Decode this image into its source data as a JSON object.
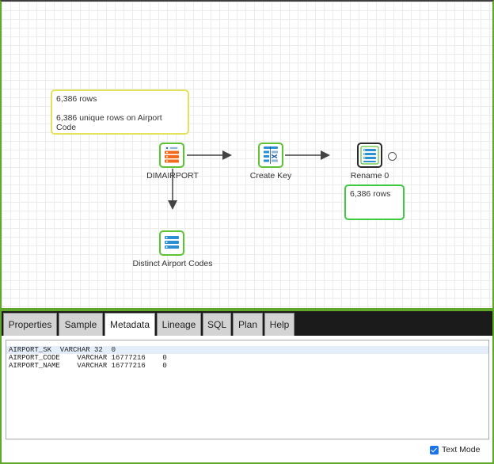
{
  "canvas": {
    "note_dimairport": {
      "line1": "6,386 rows",
      "line2": "6,386 unique rows on Airport Code"
    },
    "note_rename": {
      "line1": "6,386 rows"
    },
    "nodes": [
      {
        "id": "dimairport",
        "label": "DIMAIRPORT",
        "icon": "table-icon"
      },
      {
        "id": "create_key",
        "label": "Create Key",
        "icon": "key-transform-icon"
      },
      {
        "id": "rename",
        "label": "Rename 0",
        "icon": "rename-icon"
      },
      {
        "id": "distinct",
        "label": "Distinct Airport Codes",
        "icon": "list-icon"
      }
    ]
  },
  "tabs": [
    {
      "label": "Properties"
    },
    {
      "label": "Sample"
    },
    {
      "label": "Metadata",
      "active": true
    },
    {
      "label": "Lineage"
    },
    {
      "label": "SQL"
    },
    {
      "label": "Plan"
    },
    {
      "label": "Help"
    }
  ],
  "metadata_rows": [
    "AIRPORT_SK  VARCHAR 32  0",
    "AIRPORT_CODE    VARCHAR 16777216    0",
    "AIRPORT_NAME    VARCHAR 16777216    0"
  ],
  "text_mode": {
    "label": "Text Mode",
    "checked": true
  },
  "colors": {
    "accent_green": "#5fa82a",
    "note_yellow": "#e3e25a",
    "note_green": "#3fc93f",
    "node_orange": "#f26b1d",
    "node_blue": "#2b8fd4"
  }
}
